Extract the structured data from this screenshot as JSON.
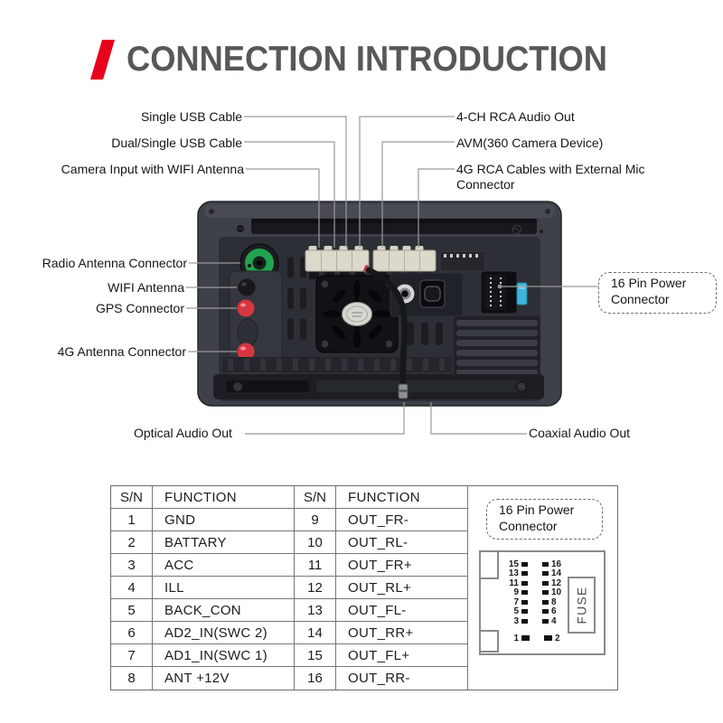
{
  "title": {
    "text": "CONNECTION INTRODUCTION"
  },
  "labels": {
    "single_usb": "Single USB Cable",
    "dual_usb": "Dual/Single USB Cable",
    "camera": "Camera Input with WIFI Antenna",
    "rca_audio": "4-CH RCA Audio Out",
    "avm": "AVM(360 Camera Device)",
    "g4_rca_line1": "4G RCA Cables with External Mic",
    "g4_rca_line2": "Connector",
    "radio": "Radio Antenna Connector",
    "wifi": "WIFI  Antenna",
    "gps": "GPS Connector",
    "g4_antenna": "4G Antenna Connector",
    "optical": "Optical Audio Out",
    "coaxial": "Coaxial Audio Out",
    "power_line1": "16 Pin Power",
    "power_line2": "Connector"
  },
  "table": {
    "headers": [
      "S/N",
      "FUNCTION",
      "S/N",
      "FUNCTION"
    ],
    "rows": [
      {
        "sn1": "1",
        "fn1": "GND",
        "sn2": "9",
        "fn2": "OUT_FR-"
      },
      {
        "sn1": "2",
        "fn1": "BATTARY",
        "sn2": "10",
        "fn2": "OUT_RL-"
      },
      {
        "sn1": "3",
        "fn1": "ACC",
        "sn2": "11",
        "fn2": "OUT_FR+"
      },
      {
        "sn1": "4",
        "fn1": "ILL",
        "sn2": "12",
        "fn2": "OUT_RL+"
      },
      {
        "sn1": "5",
        "fn1": "BACK_CON",
        "sn2": "13",
        "fn2": "OUT_FL-"
      },
      {
        "sn1": "6",
        "fn1": "AD2_IN(SWC 2)",
        "sn2": "14",
        "fn2": "OUT_RR+"
      },
      {
        "sn1": "7",
        "fn1": "AD1_IN(SWC 1)",
        "sn2": "15",
        "fn2": "OUT_FL+"
      },
      {
        "sn1": "8",
        "fn1": "ANT +12V",
        "sn2": "16",
        "fn2": "OUT_RR-"
      }
    ]
  },
  "pin_diagram": {
    "label_line1": "16 Pin Power",
    "label_line2": "Connector",
    "fuse": "FUSE",
    "rows": [
      {
        "l": "15",
        "r": "16"
      },
      {
        "l": "13",
        "r": "14"
      },
      {
        "l": "11",
        "r": "12"
      },
      {
        "l": "9",
        "r": "10"
      },
      {
        "l": "7",
        "r": "8"
      },
      {
        "l": "5",
        "r": "6"
      },
      {
        "l": "3",
        "r": "4"
      },
      {
        "l": "1",
        "r": "2"
      }
    ]
  },
  "colors": {
    "accent_red": "#e8001c",
    "connector_green": "#22a34f",
    "connector_red": "#d6363f",
    "fuse_blue": "#3fb6dc"
  }
}
